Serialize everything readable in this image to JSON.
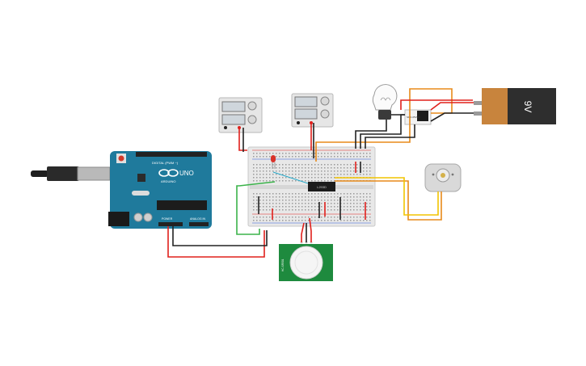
{
  "arduino": {
    "logo_text": "UNO",
    "brand_text": "ARDUINO",
    "digital_label": "DIGITAL (PWM ~)",
    "power_label": "POWER",
    "analog_label": "ANALOG IN",
    "board_color": "#1f7a9c",
    "header_color": "#222222"
  },
  "battery": {
    "label": "9V",
    "body_color": "#2e2e2e",
    "cap_color": "#c8843d"
  },
  "ic_chip": {
    "label": "L293D"
  },
  "relay": {
    "label": "SRD-05VDC"
  },
  "pir_sensor": {
    "label": "HC-SR501",
    "board_color": "#1e8a3e"
  },
  "wire_colors": {
    "red": "#e0201c",
    "black": "#222222",
    "orange": "#e88a1a",
    "yellow": "#f2c400",
    "green": "#3bb34a",
    "teal": "#27a9c9"
  }
}
